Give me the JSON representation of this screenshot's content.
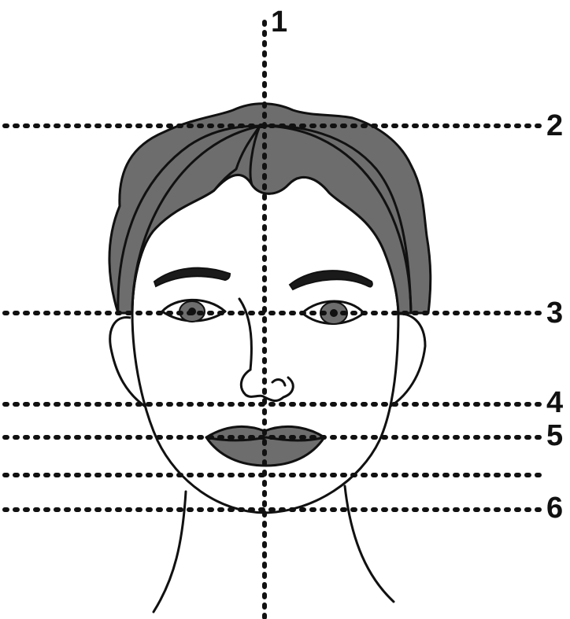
{
  "labels": {
    "line_1": "1",
    "line_2": "2",
    "line_3": "3",
    "line_4": "4",
    "line_5": "5",
    "line_6": "6"
  },
  "colors": {
    "hair": "#6d6d6d",
    "lips": "#6d6d6d",
    "outline": "#111111",
    "background": "#ffffff"
  }
}
